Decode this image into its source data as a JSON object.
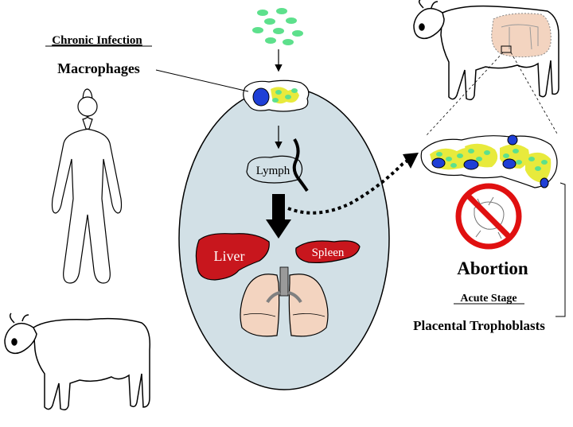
{
  "labels": {
    "chronic_infection": "Chronic Infection",
    "macrophages": "Macrophages",
    "lymph": "Lymph",
    "liver": "Liver",
    "spleen": "Spleen",
    "abortion": "Abortion",
    "acute_stage": "Acute Stage",
    "placental_trophoblasts": "Placental Trophoblasts"
  },
  "colors": {
    "ellipse_fill": "#d2e0e6",
    "organ_red": "#c8161d",
    "lung_fill": "#f3d4c0",
    "bacteria_green": "#5de08c",
    "cell_yellow": "#e8ea3c",
    "nucleus_blue": "#1f3fd6",
    "prohibit_red": "#e01010"
  },
  "icons": {
    "human": "human-silhouette-icon",
    "cow": "cow-icon",
    "no_symbol": "prohibition-icon"
  }
}
